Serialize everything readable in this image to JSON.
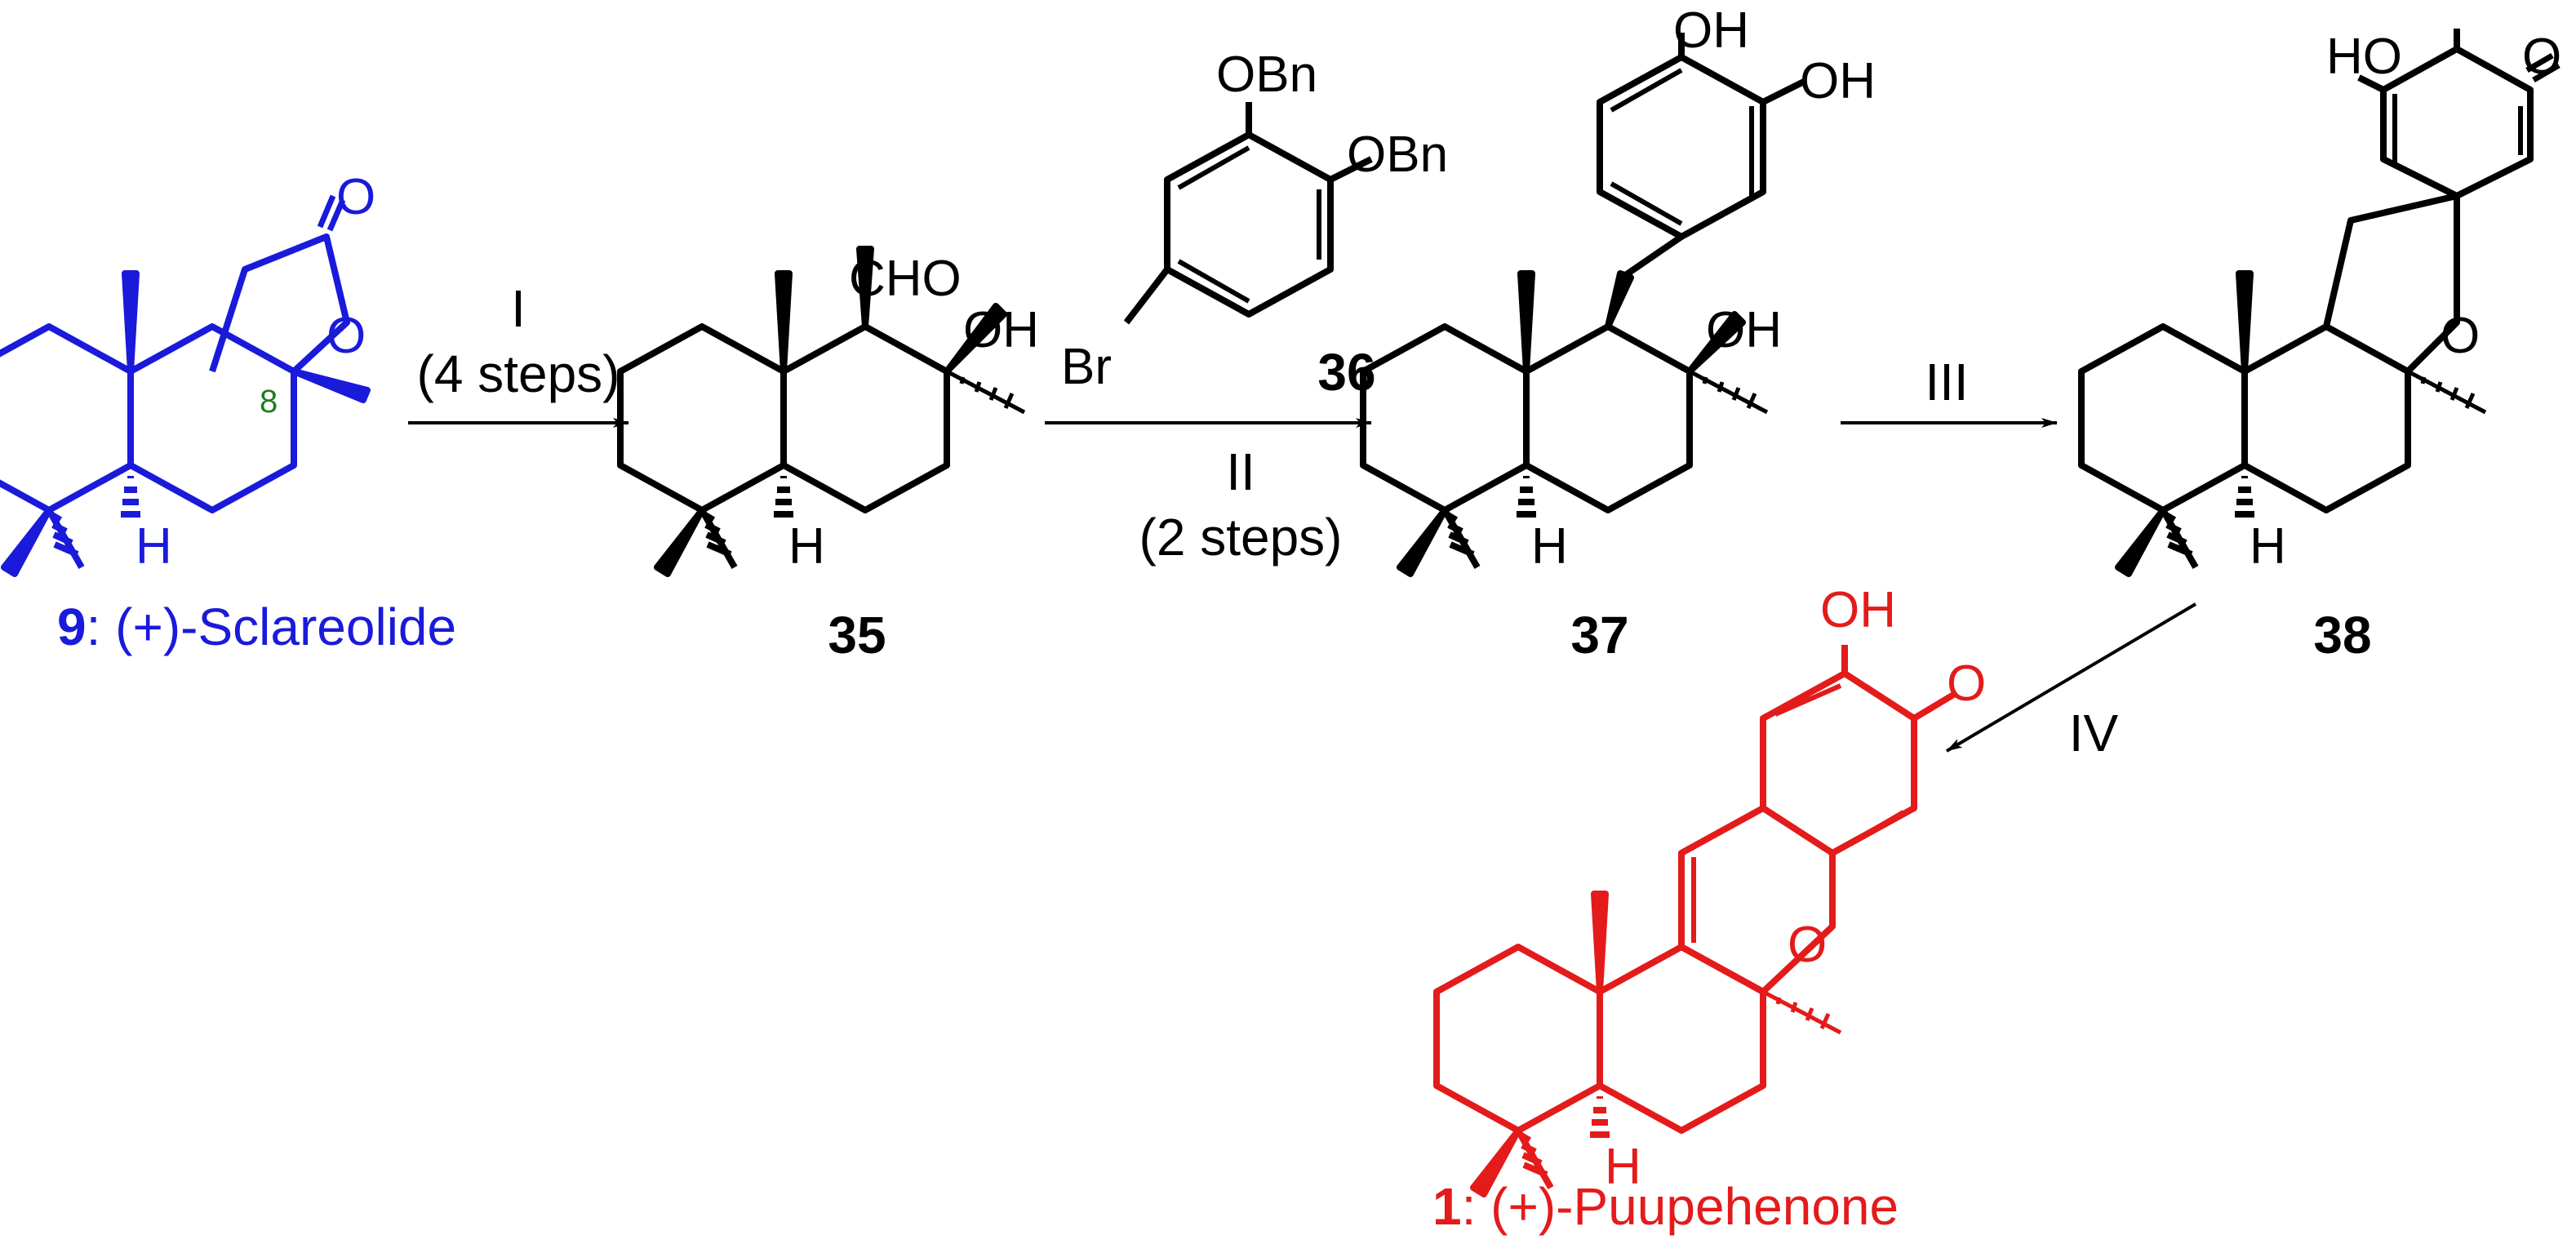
{
  "colors": {
    "black": "#000000",
    "sclareolide": "#1a1adb",
    "puupehenone": "#e31b1b",
    "locant": "#1e7d1e"
  },
  "compounds": {
    "c9": {
      "number": "9",
      "name": ": (+)-Sclareolide",
      "locant": "8"
    },
    "c35": {
      "number": "35",
      "aldehyde": "CHO",
      "hydroxyl": "OH",
      "hydrogen": "H"
    },
    "c36": {
      "number": "36",
      "obn_top": "OBn",
      "obn_right": "OBn",
      "bromo": "Br"
    },
    "c37": {
      "number": "37",
      "oh_top": "OH",
      "oh_right": "OH",
      "hydroxyl": "OH",
      "hydrogen": "H"
    },
    "c38": {
      "number": "38",
      "ho": "HO",
      "keto": "O",
      "ring_o": "O",
      "hydrogen": "H"
    },
    "c1": {
      "number": "1",
      "name": ": (+)-Puupehenone",
      "oh": "OH",
      "keto": "O",
      "ring_o": "O",
      "hydrogen": "H"
    }
  },
  "steps": {
    "s1": {
      "label": "I",
      "detail": "(4 steps)"
    },
    "s2": {
      "label": "II",
      "detail": "(2 steps)"
    },
    "s3": {
      "label": "III"
    },
    "s4": {
      "label": "IV"
    }
  }
}
